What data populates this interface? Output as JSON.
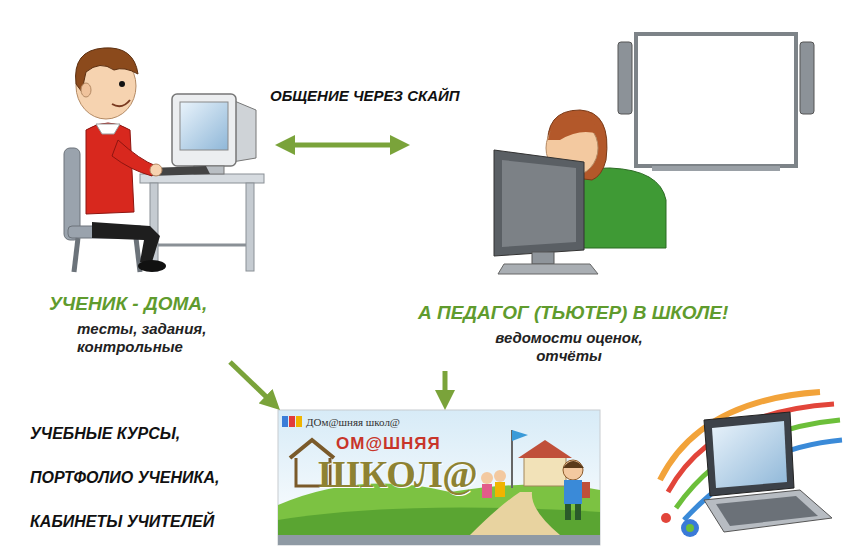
{
  "diagram": {
    "nodes": [
      {
        "text": [
          "УЧЕНИК - ДОМА,",
          "тесты, задания, контрольные"
        ]
      },
      {
        "text": [
          "А ПЕДАГОГ (ТЬЮТЕР) В ШКОЛЕ!",
          "ведомости оценок, отчёты"
        ]
      },
      {
        "text": [
          "ДОм@шняя школ@",
          "ОМ@ШНЯЯ",
          "ШКОЛ@"
        ]
      }
    ],
    "edges": [
      {
        "from": 0,
        "to": 1,
        "label": "ОБЩЕНИЕ ЧЕРЕЗ СКАЙП",
        "arrow": "both"
      },
      {
        "from": 0,
        "to": 2,
        "arrow": "to"
      },
      {
        "from": 1,
        "to": 2,
        "arrow": "to"
      }
    ],
    "labels": [
      "УЧЕБНЫЕ КУРСЫ,",
      "ПОРТФОЛИО УЧЕНИКА,",
      "КАБИНЕТЫ УЧИТЕЛЕЙ"
    ]
  }
}
